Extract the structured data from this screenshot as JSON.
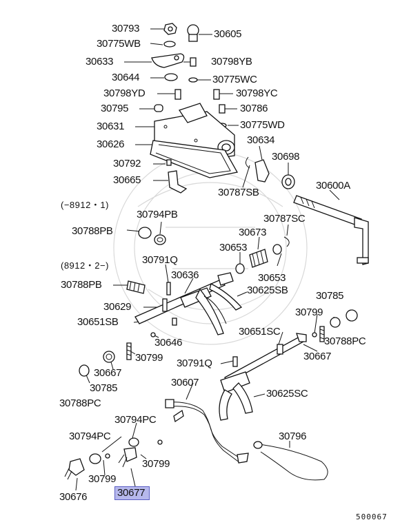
{
  "labels": {
    "p30793": "30793",
    "p30605": "30605",
    "p30775WB": "30775WB",
    "p30633": "30633",
    "p30798YB": "30798YB",
    "p30644": "30644",
    "p30775WC": "30775WC",
    "p30798YD": "30798YD",
    "p30798YC": "30798YC",
    "p30795": "30795",
    "p30786": "30786",
    "p30631": "30631",
    "p30775WD": "30775WD",
    "p30626": "30626",
    "p30634": "30634",
    "p30698": "30698",
    "p30792": "30792",
    "p30665": "30665",
    "p30787SB": "30787SB",
    "p30600A": "30600A",
    "p30794PB": "30794PB",
    "p30787SC": "30787SC",
    "p30788PB_a": "30788PB",
    "p30673": "30673",
    "p30653_a": "30653",
    "p30653_b": "30653",
    "p30791Q_a": "30791Q",
    "p30636": "30636",
    "p30788PB_b": "30788PB",
    "p30625SB": "30625SB",
    "p30785_a": "30785",
    "p30629": "30629",
    "p30799_a": "30799",
    "p30651SB": "30651SB",
    "p30651SC": "30651SC",
    "p30788PC_a": "30788PC",
    "p30646": "30646",
    "p30667_a": "30667",
    "p30799_b": "30799",
    "p30791Q_b": "30791Q",
    "p30667_b": "30667",
    "p30607": "30607",
    "p30785_b": "30785",
    "p30625SC": "30625SC",
    "p30788PC_b": "30788PC",
    "p30794PC_a": "30794PC",
    "p30794PC_b": "30794PC",
    "p30796": "30796",
    "p30799_c": "30799",
    "p30799_d": "30799",
    "p30676": "30676",
    "p30677": "30677"
  },
  "notes": {
    "range_before": "(−8912・1)",
    "range_after": "(8912・2−)"
  },
  "diagram_code": "500067",
  "highlight_color": "#b6b8ec"
}
